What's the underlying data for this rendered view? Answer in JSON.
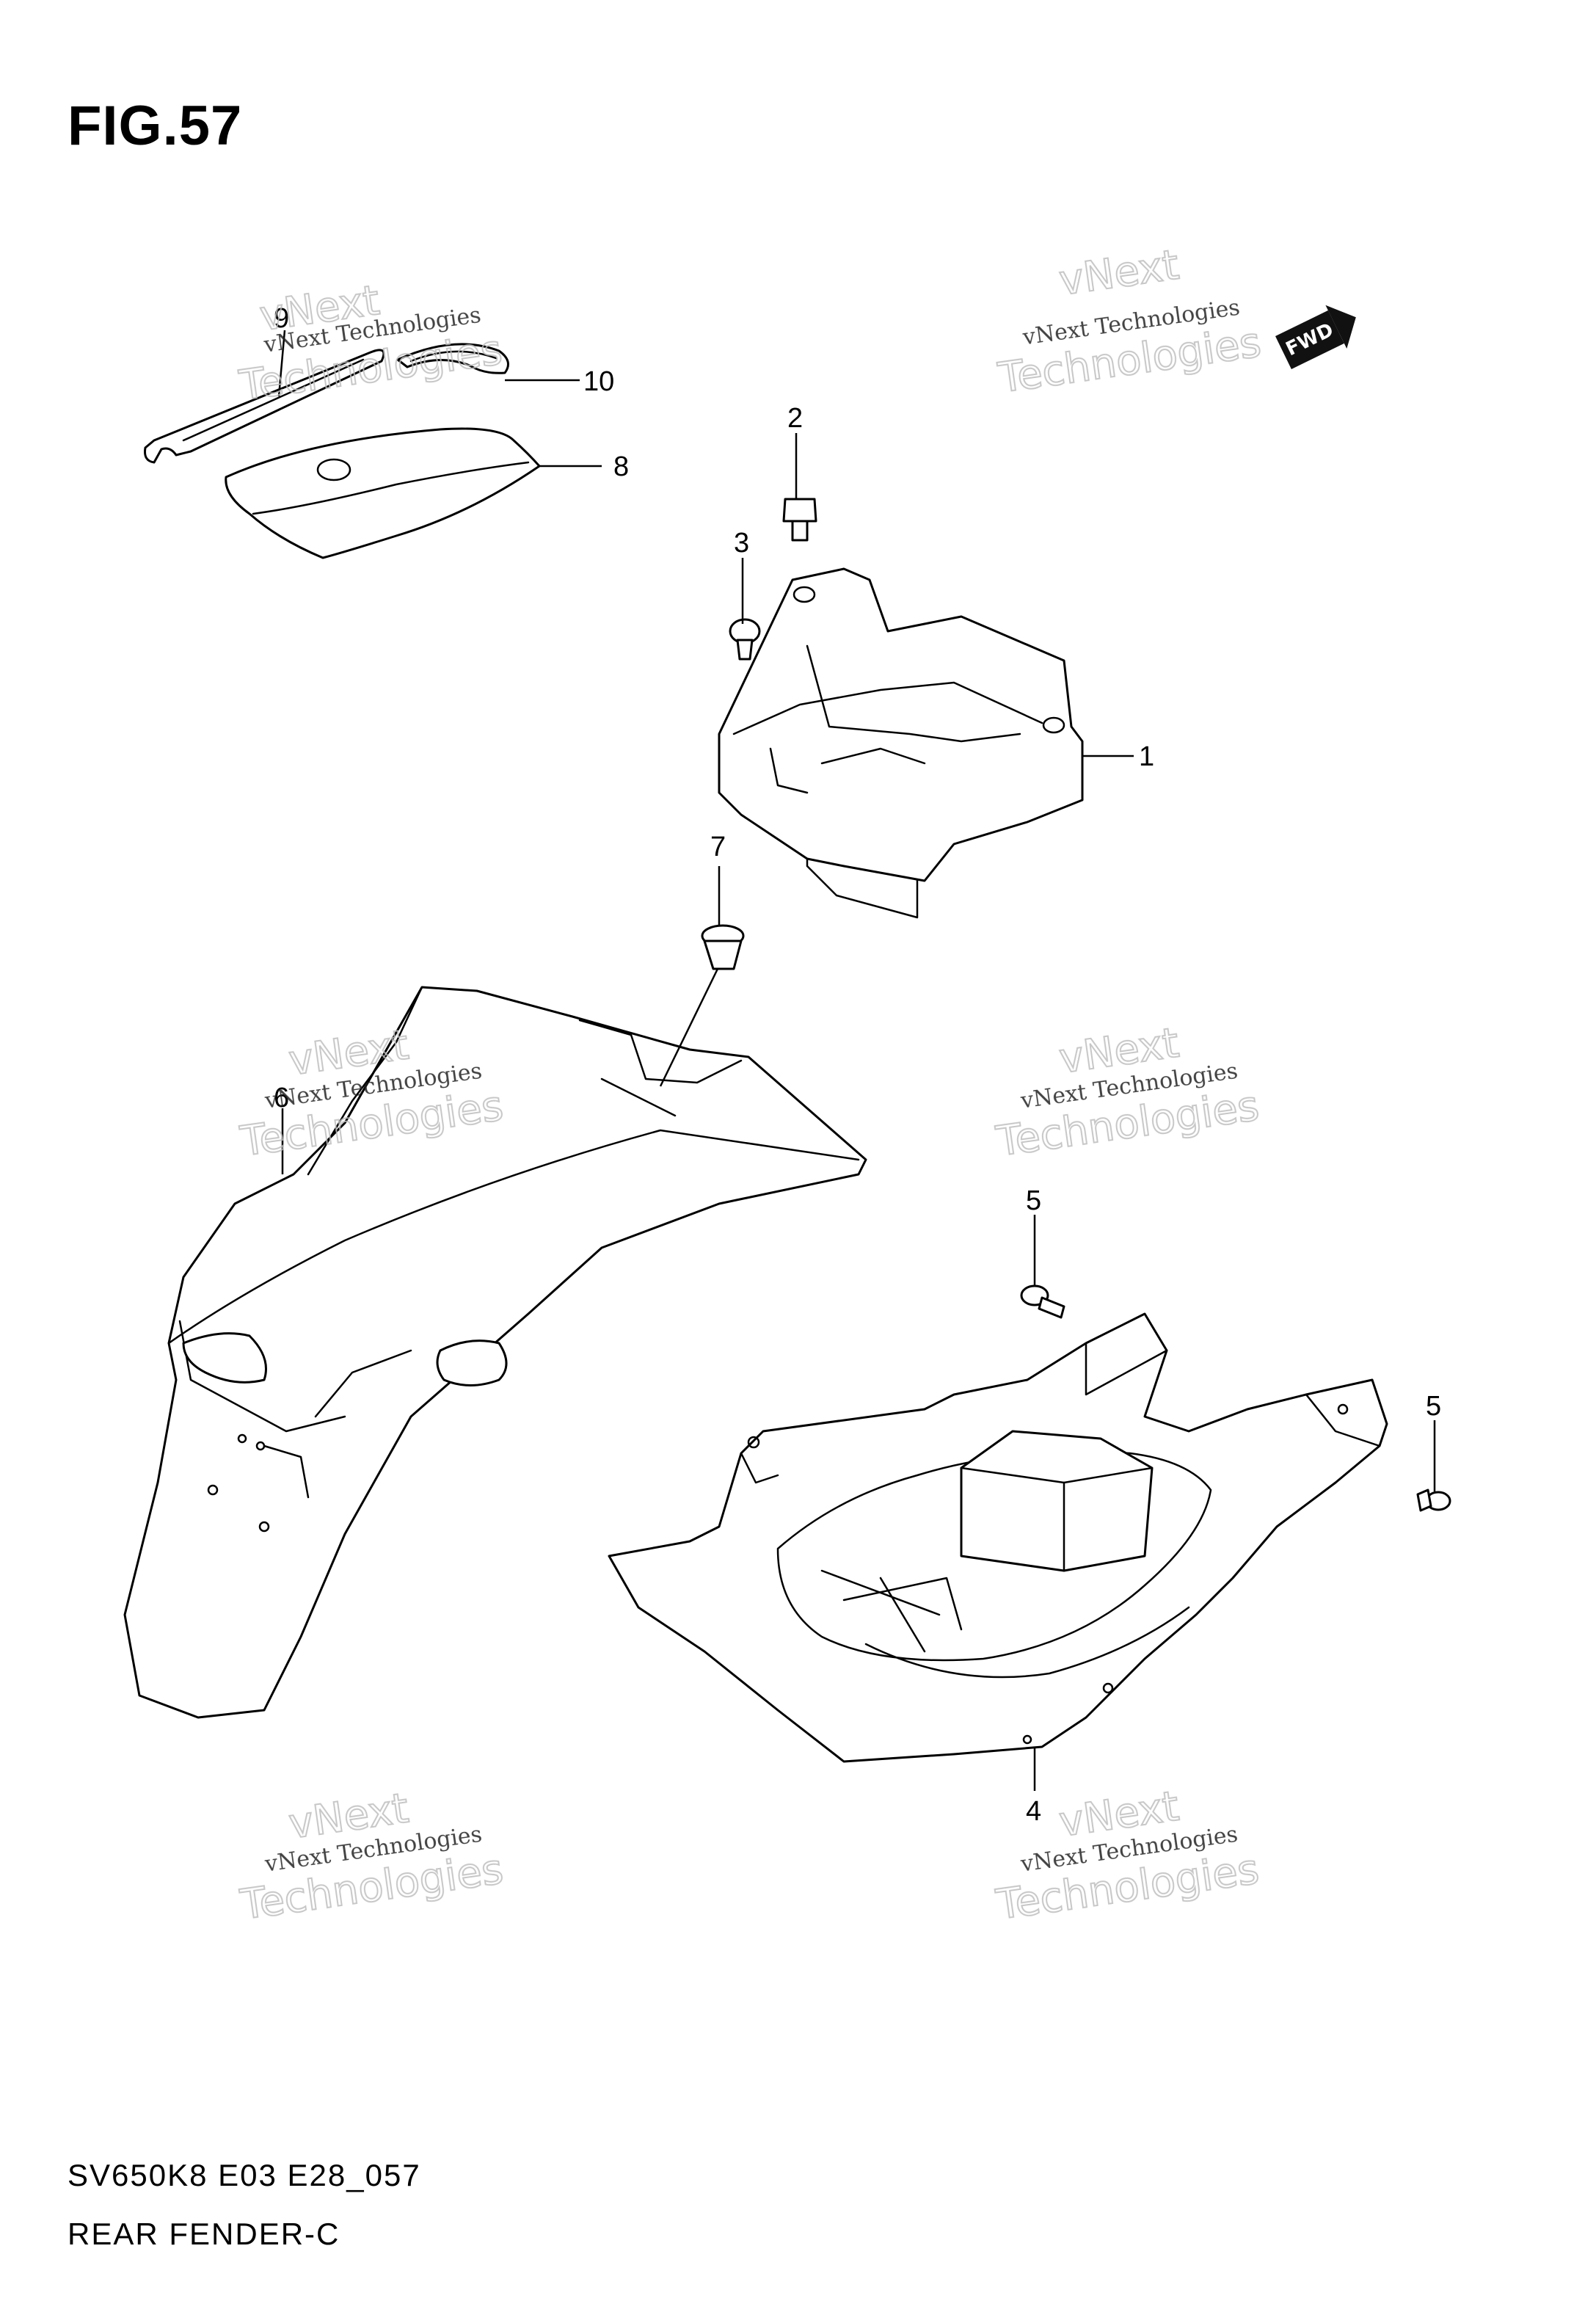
{
  "figure": {
    "title": "FIG.57",
    "code": "SV650K8 E03 E28_057",
    "caption": "REAR FENDER-C",
    "fwd_label": "FWD"
  },
  "callouts": {
    "c1": "1",
    "c2": "2",
    "c3": "3",
    "c4": "4",
    "c5a": "5",
    "c5b": "5",
    "c6": "6",
    "c7": "7",
    "c8": "8",
    "c9": "9",
    "c10": "10"
  },
  "watermark": {
    "line1": "vNext Technologies",
    "line2": "vNext",
    "line3": "Technologies"
  }
}
